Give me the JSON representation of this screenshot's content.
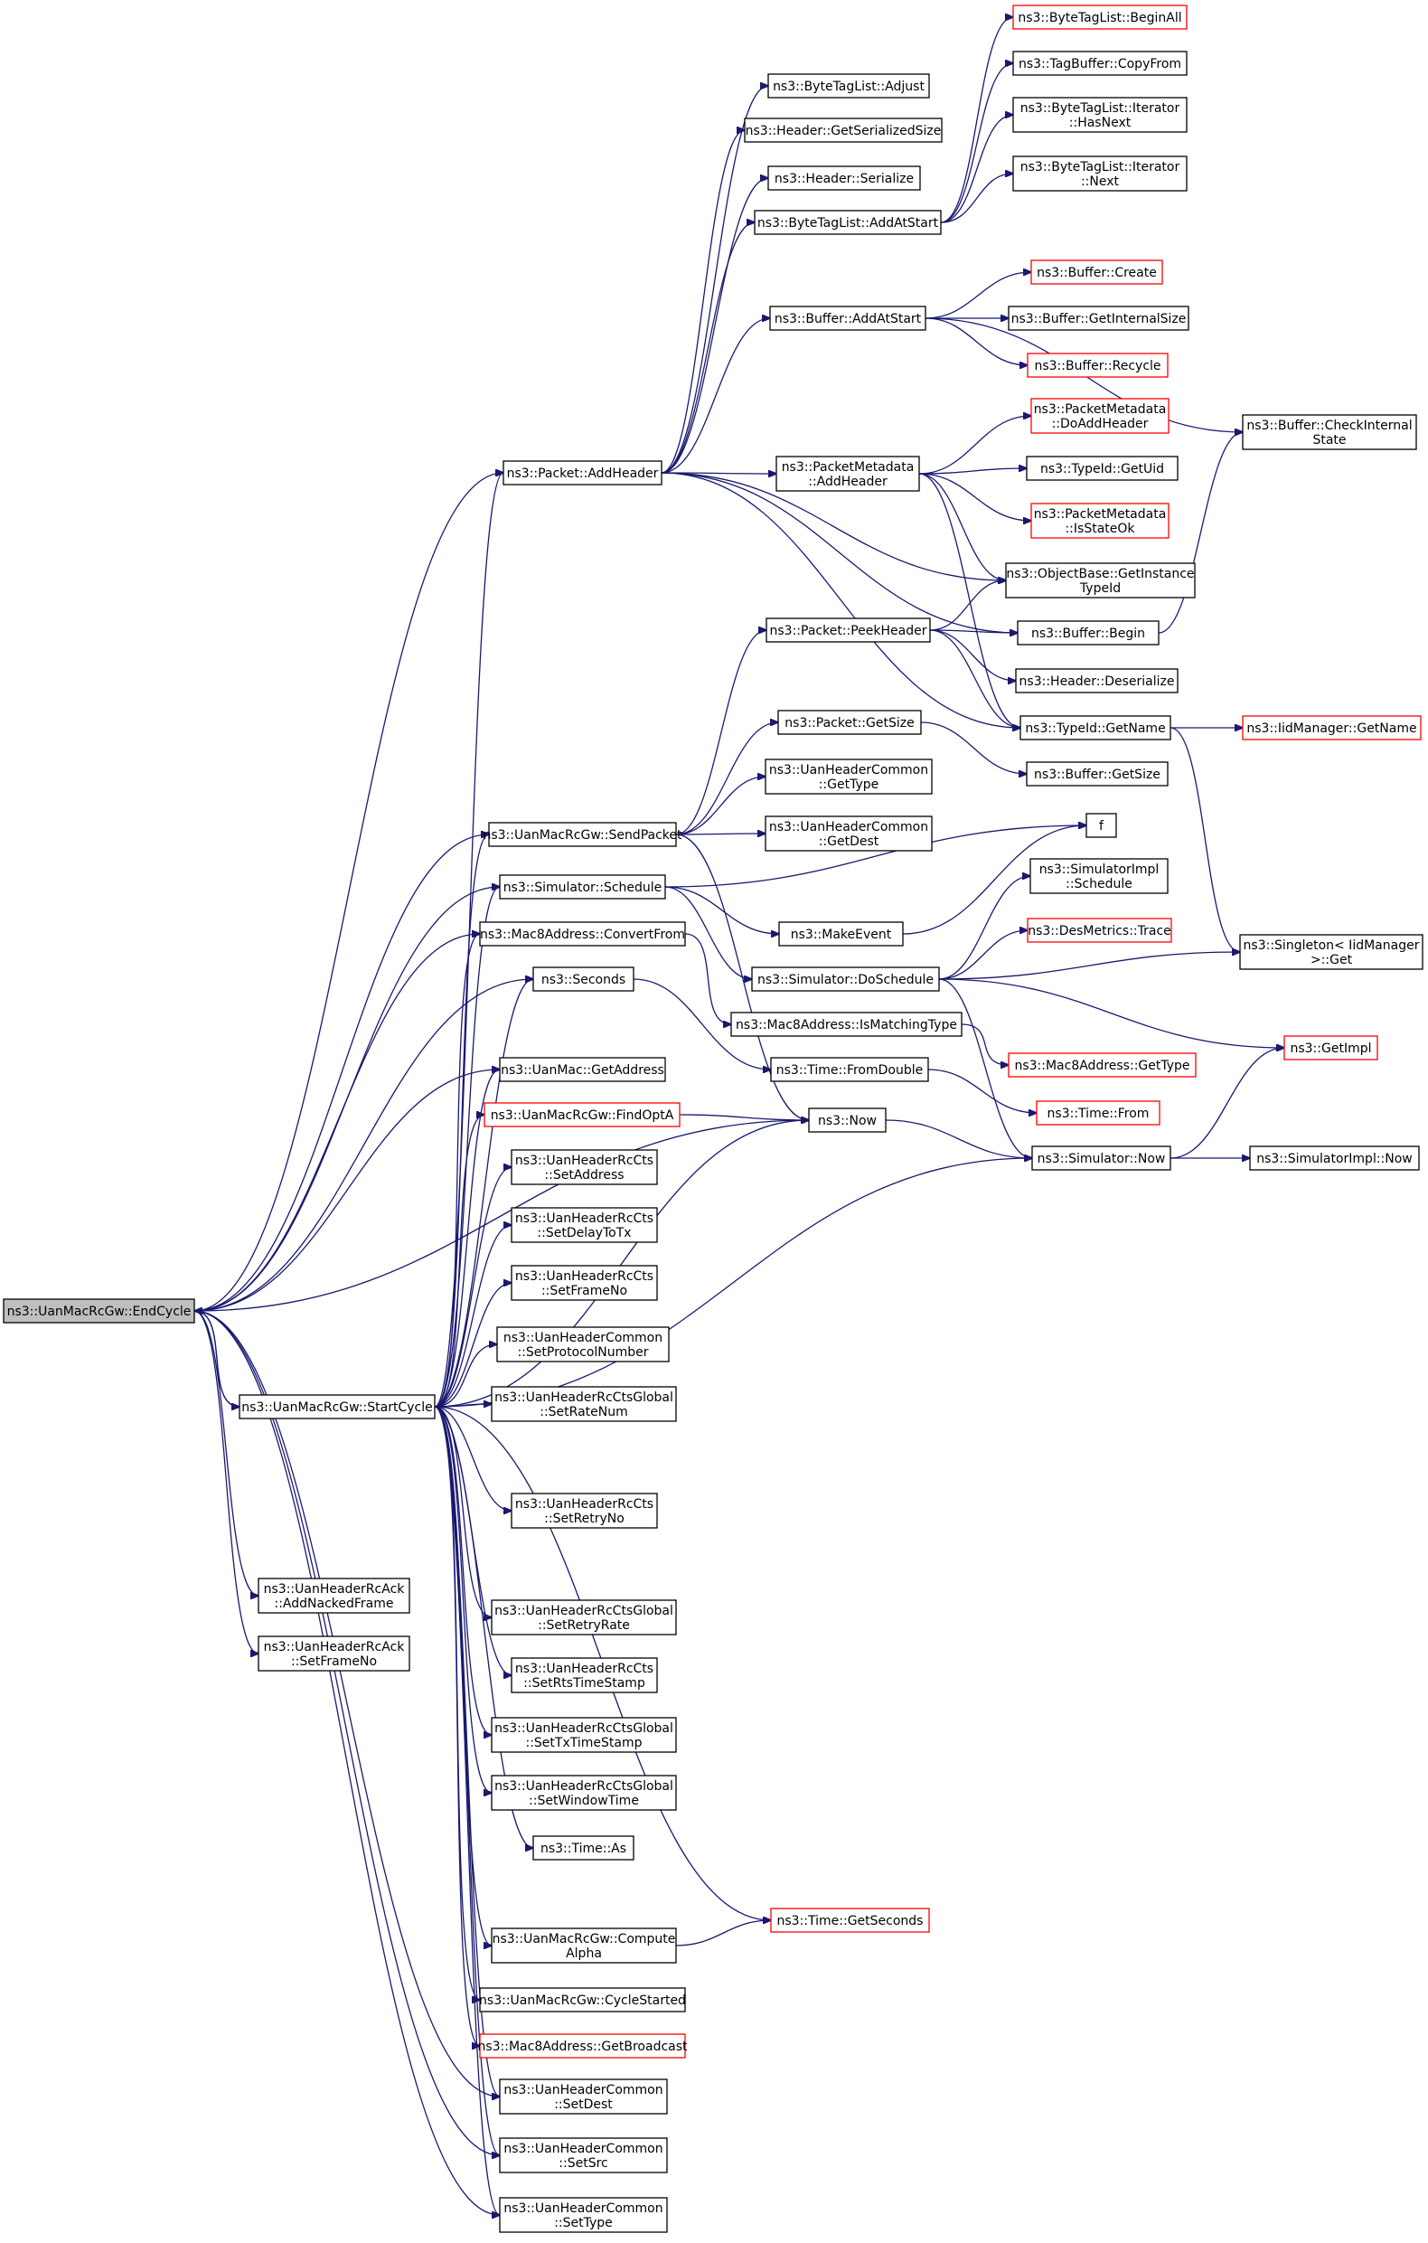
{
  "diagram": {
    "nodes": [
      {
        "id": "EndCycle",
        "lines": [
          "ns3::UanMacRcGw::EndCycle"
        ],
        "style": "grey"
      },
      {
        "id": "StartCycle",
        "lines": [
          "ns3::UanMacRcGw::StartCycle"
        ],
        "style": "normal"
      },
      {
        "id": "AddNackedFrame",
        "lines": [
          "ns3::UanHeaderRcAck",
          "::AddNackedFrame"
        ],
        "style": "normal"
      },
      {
        "id": "AckSetFrameNo",
        "lines": [
          "ns3::UanHeaderRcAck",
          "::SetFrameNo"
        ],
        "style": "normal"
      },
      {
        "id": "PacketAddHeader",
        "lines": [
          "ns3::Packet::AddHeader"
        ],
        "style": "normal"
      },
      {
        "id": "SendPacket",
        "lines": [
          "ns3::UanMacRcGw::SendPacket"
        ],
        "style": "normal"
      },
      {
        "id": "SimSchedule",
        "lines": [
          "ns3::Simulator::Schedule"
        ],
        "style": "normal"
      },
      {
        "id": "ConvertFrom",
        "lines": [
          "ns3::Mac8Address::ConvertFrom"
        ],
        "style": "normal"
      },
      {
        "id": "Seconds",
        "lines": [
          "ns3::Seconds"
        ],
        "style": "normal"
      },
      {
        "id": "GetAddress",
        "lines": [
          "ns3::UanMac::GetAddress"
        ],
        "style": "normal"
      },
      {
        "id": "FindOptA",
        "lines": [
          "ns3::UanMacRcGw::FindOptA"
        ],
        "style": "red"
      },
      {
        "id": "SetAddress",
        "lines": [
          "ns3::UanHeaderRcCts",
          "::SetAddress"
        ],
        "style": "normal"
      },
      {
        "id": "SetDelayToTx",
        "lines": [
          "ns3::UanHeaderRcCts",
          "::SetDelayToTx"
        ],
        "style": "normal"
      },
      {
        "id": "CtsSetFrameNo",
        "lines": [
          "ns3::UanHeaderRcCts",
          "::SetFrameNo"
        ],
        "style": "normal"
      },
      {
        "id": "SetProtocolNumber",
        "lines": [
          "ns3::UanHeaderCommon",
          "::SetProtocolNumber"
        ],
        "style": "normal"
      },
      {
        "id": "SetRateNum",
        "lines": [
          "ns3::UanHeaderRcCtsGlobal",
          "::SetRateNum"
        ],
        "style": "normal"
      },
      {
        "id": "SetRetryNo",
        "lines": [
          "ns3::UanHeaderRcCts",
          "::SetRetryNo"
        ],
        "style": "normal"
      },
      {
        "id": "SetRetryRate",
        "lines": [
          "ns3::UanHeaderRcCtsGlobal",
          "::SetRetryRate"
        ],
        "style": "normal"
      },
      {
        "id": "SetRtsTimeStamp",
        "lines": [
          "ns3::UanHeaderRcCts",
          "::SetRtsTimeStamp"
        ],
        "style": "normal"
      },
      {
        "id": "SetTxTimeStamp",
        "lines": [
          "ns3::UanHeaderRcCtsGlobal",
          "::SetTxTimeStamp"
        ],
        "style": "normal"
      },
      {
        "id": "SetWindowTime",
        "lines": [
          "ns3::UanHeaderRcCtsGlobal",
          "::SetWindowTime"
        ],
        "style": "normal"
      },
      {
        "id": "TimeAs",
        "lines": [
          "ns3::Time::As"
        ],
        "style": "normal"
      },
      {
        "id": "GetSeconds",
        "lines": [
          "ns3::Time::GetSeconds"
        ],
        "style": "red"
      },
      {
        "id": "ComputeAlpha",
        "lines": [
          "ns3::UanMacRcGw::Compute",
          "Alpha"
        ],
        "style": "normal"
      },
      {
        "id": "CycleStarted",
        "lines": [
          "ns3::UanMacRcGw::CycleStarted"
        ],
        "style": "normal"
      },
      {
        "id": "GetBroadcast",
        "lines": [
          "ns3::Mac8Address::GetBroadcast"
        ],
        "style": "red"
      },
      {
        "id": "SetDest",
        "lines": [
          "ns3::UanHeaderCommon",
          "::SetDest"
        ],
        "style": "normal"
      },
      {
        "id": "SetSrc",
        "lines": [
          "ns3::UanHeaderCommon",
          "::SetSrc"
        ],
        "style": "normal"
      },
      {
        "id": "SetType",
        "lines": [
          "ns3::UanHeaderCommon",
          "::SetType"
        ],
        "style": "normal"
      },
      {
        "id": "BTLAdjust",
        "lines": [
          "ns3::ByteTagList::Adjust"
        ],
        "style": "normal"
      },
      {
        "id": "HeaderGetSerializedSize",
        "lines": [
          "ns3::Header::GetSerializedSize"
        ],
        "style": "normal"
      },
      {
        "id": "HeaderSerialize",
        "lines": [
          "ns3::Header::Serialize"
        ],
        "style": "normal"
      },
      {
        "id": "BTLAddAtStart",
        "lines": [
          "ns3::ByteTagList::AddAtStart"
        ],
        "style": "normal"
      },
      {
        "id": "BufferAddAtStart",
        "lines": [
          "ns3::Buffer::AddAtStart"
        ],
        "style": "normal"
      },
      {
        "id": "PMAddHeader",
        "lines": [
          "ns3::PacketMetadata",
          "::AddHeader"
        ],
        "style": "normal"
      },
      {
        "id": "PeekHeader",
        "lines": [
          "ns3::Packet::PeekHeader"
        ],
        "style": "normal"
      },
      {
        "id": "PacketGetSize",
        "lines": [
          "ns3::Packet::GetSize"
        ],
        "style": "normal"
      },
      {
        "id": "HCGetType",
        "lines": [
          "ns3::UanHeaderCommon",
          "::GetType"
        ],
        "style": "normal"
      },
      {
        "id": "HCGetDest",
        "lines": [
          "ns3::UanHeaderCommon",
          "::GetDest"
        ],
        "style": "normal"
      },
      {
        "id": "MakeEvent",
        "lines": [
          "ns3::MakeEvent"
        ],
        "style": "normal"
      },
      {
        "id": "DoSchedule",
        "lines": [
          "ns3::Simulator::DoSchedule"
        ],
        "style": "normal"
      },
      {
        "id": "IsMatchingType",
        "lines": [
          "ns3::Mac8Address::IsMatchingType"
        ],
        "style": "normal"
      },
      {
        "id": "FromDouble",
        "lines": [
          "ns3::Time::FromDouble"
        ],
        "style": "normal"
      },
      {
        "id": "Now",
        "lines": [
          "ns3::Now"
        ],
        "style": "normal"
      },
      {
        "id": "BTLBeginAll",
        "lines": [
          "ns3::ByteTagList::BeginAll"
        ],
        "style": "red"
      },
      {
        "id": "TBCopyFrom",
        "lines": [
          "ns3::TagBuffer::CopyFrom"
        ],
        "style": "normal"
      },
      {
        "id": "ItHasNext",
        "lines": [
          "ns3::ByteTagList::Iterator",
          "::HasNext"
        ],
        "style": "normal"
      },
      {
        "id": "ItNext",
        "lines": [
          "ns3::ByteTagList::Iterator",
          "::Next"
        ],
        "style": "normal"
      },
      {
        "id": "BufCreate",
        "lines": [
          "ns3::Buffer::Create"
        ],
        "style": "red"
      },
      {
        "id": "BufGetInternalSize",
        "lines": [
          "ns3::Buffer::GetInternalSize"
        ],
        "style": "normal"
      },
      {
        "id": "BufRecycle",
        "lines": [
          "ns3::Buffer::Recycle"
        ],
        "style": "red"
      },
      {
        "id": "DoAddHeader",
        "lines": [
          "ns3::PacketMetadata",
          "::DoAddHeader"
        ],
        "style": "red"
      },
      {
        "id": "GetUid",
        "lines": [
          "ns3::TypeId::GetUid"
        ],
        "style": "normal"
      },
      {
        "id": "IsStateOk",
        "lines": [
          "ns3::PacketMetadata",
          "::IsStateOk"
        ],
        "style": "red"
      },
      {
        "id": "GetInstanceTypeId",
        "lines": [
          "ns3::ObjectBase::GetInstance",
          "TypeId"
        ],
        "style": "normal"
      },
      {
        "id": "BufBegin",
        "lines": [
          "ns3::Buffer::Begin"
        ],
        "style": "normal"
      },
      {
        "id": "HeaderDeserialize",
        "lines": [
          "ns3::Header::Deserialize"
        ],
        "style": "normal"
      },
      {
        "id": "TypeIdGetName",
        "lines": [
          "ns3::TypeId::GetName"
        ],
        "style": "normal"
      },
      {
        "id": "BufGetSize",
        "lines": [
          "ns3::Buffer::GetSize"
        ],
        "style": "normal"
      },
      {
        "id": "f",
        "lines": [
          "f"
        ],
        "style": "normal"
      },
      {
        "id": "SimImplSchedule",
        "lines": [
          "ns3::SimulatorImpl",
          "::Schedule"
        ],
        "style": "normal"
      },
      {
        "id": "DesMetricsTrace",
        "lines": [
          "ns3::DesMetrics::Trace"
        ],
        "style": "red"
      },
      {
        "id": "Mac8GetType",
        "lines": [
          "ns3::Mac8Address::GetType"
        ],
        "style": "red"
      },
      {
        "id": "TimeFrom",
        "lines": [
          "ns3::Time::From"
        ],
        "style": "red"
      },
      {
        "id": "SimNow",
        "lines": [
          "ns3::Simulator::Now"
        ],
        "style": "normal"
      },
      {
        "id": "CheckInternalState",
        "lines": [
          "ns3::Buffer::CheckInternal",
          "State"
        ],
        "style": "normal"
      },
      {
        "id": "IidGetName",
        "lines": [
          "ns3::IidManager::GetName"
        ],
        "style": "red"
      },
      {
        "id": "SingletonGet",
        "lines": [
          "ns3::Singleton< IidManager",
          ">::Get"
        ],
        "style": "normal"
      },
      {
        "id": "GetImpl",
        "lines": [
          "ns3::GetImpl"
        ],
        "style": "red"
      },
      {
        "id": "SimImplNow",
        "lines": [
          "ns3::SimulatorImpl::Now"
        ],
        "style": "normal"
      }
    ],
    "edges": [
      [
        "EndCycle",
        "PacketAddHeader"
      ],
      [
        "EndCycle",
        "SendPacket"
      ],
      [
        "EndCycle",
        "SimSchedule"
      ],
      [
        "EndCycle",
        "ConvertFrom"
      ],
      [
        "EndCycle",
        "Seconds"
      ],
      [
        "EndCycle",
        "Now"
      ],
      [
        "EndCycle",
        "GetAddress"
      ],
      [
        "EndCycle",
        "StartCycle"
      ],
      [
        "EndCycle",
        "AddNackedFrame"
      ],
      [
        "EndCycle",
        "AckSetFrameNo"
      ],
      [
        "EndCycle",
        "SetDest"
      ],
      [
        "EndCycle",
        "SetSrc"
      ],
      [
        "EndCycle",
        "SetType"
      ],
      [
        "StartCycle",
        "EndCycle"
      ],
      [
        "StartCycle",
        "PacketAddHeader"
      ],
      [
        "StartCycle",
        "SendPacket"
      ],
      [
        "StartCycle",
        "SimSchedule"
      ],
      [
        "StartCycle",
        "ConvertFrom"
      ],
      [
        "StartCycle",
        "Seconds"
      ],
      [
        "StartCycle",
        "GetAddress"
      ],
      [
        "StartCycle",
        "FindOptA"
      ],
      [
        "StartCycle",
        "SetAddress"
      ],
      [
        "StartCycle",
        "SetDelayToTx"
      ],
      [
        "StartCycle",
        "CtsSetFrameNo"
      ],
      [
        "StartCycle",
        "SetProtocolNumber"
      ],
      [
        "StartCycle",
        "SetRateNum"
      ],
      [
        "StartCycle",
        "Now"
      ],
      [
        "StartCycle",
        "SetRetryNo"
      ],
      [
        "StartCycle",
        "SimNow"
      ],
      [
        "StartCycle",
        "SetRetryRate"
      ],
      [
        "StartCycle",
        "SetRtsTimeStamp"
      ],
      [
        "StartCycle",
        "SetTxTimeStamp"
      ],
      [
        "StartCycle",
        "SetWindowTime"
      ],
      [
        "StartCycle",
        "TimeAs"
      ],
      [
        "StartCycle",
        "GetSeconds"
      ],
      [
        "StartCycle",
        "ComputeAlpha"
      ],
      [
        "StartCycle",
        "CycleStarted"
      ],
      [
        "StartCycle",
        "GetBroadcast"
      ],
      [
        "StartCycle",
        "SetDest"
      ],
      [
        "StartCycle",
        "SetSrc"
      ],
      [
        "StartCycle",
        "SetType"
      ],
      [
        "PacketAddHeader",
        "BTLAdjust"
      ],
      [
        "PacketAddHeader",
        "HeaderGetSerializedSize"
      ],
      [
        "PacketAddHeader",
        "HeaderSerialize"
      ],
      [
        "PacketAddHeader",
        "BTLAddAtStart"
      ],
      [
        "PacketAddHeader",
        "BufferAddAtStart"
      ],
      [
        "PacketAddHeader",
        "PMAddHeader"
      ],
      [
        "PacketAddHeader",
        "GetInstanceTypeId"
      ],
      [
        "PacketAddHeader",
        "BufBegin"
      ],
      [
        "PacketAddHeader",
        "TypeIdGetName"
      ],
      [
        "BTLAddAtStart",
        "BTLBeginAll"
      ],
      [
        "BTLAddAtStart",
        "TBCopyFrom"
      ],
      [
        "BTLAddAtStart",
        "ItHasNext"
      ],
      [
        "BTLAddAtStart",
        "ItNext"
      ],
      [
        "BufferAddAtStart",
        "BufCreate"
      ],
      [
        "BufferAddAtStart",
        "BufGetInternalSize"
      ],
      [
        "BufferAddAtStart",
        "BufRecycle"
      ],
      [
        "BufferAddAtStart",
        "CheckInternalState"
      ],
      [
        "PMAddHeader",
        "DoAddHeader"
      ],
      [
        "PMAddHeader",
        "GetUid"
      ],
      [
        "PMAddHeader",
        "IsStateOk"
      ],
      [
        "PMAddHeader",
        "GetInstanceTypeId"
      ],
      [
        "PMAddHeader",
        "TypeIdGetName"
      ],
      [
        "SendPacket",
        "PeekHeader"
      ],
      [
        "SendPacket",
        "PacketGetSize"
      ],
      [
        "SendPacket",
        "HCGetType"
      ],
      [
        "SendPacket",
        "HCGetDest"
      ],
      [
        "SendPacket",
        "Now"
      ],
      [
        "PeekHeader",
        "GetInstanceTypeId"
      ],
      [
        "PeekHeader",
        "BufBegin"
      ],
      [
        "PeekHeader",
        "HeaderDeserialize"
      ],
      [
        "PeekHeader",
        "TypeIdGetName"
      ],
      [
        "PacketGetSize",
        "BufGetSize"
      ],
      [
        "SimSchedule",
        "f"
      ],
      [
        "SimSchedule",
        "MakeEvent"
      ],
      [
        "SimSchedule",
        "DoSchedule"
      ],
      [
        "MakeEvent",
        "f"
      ],
      [
        "DoSchedule",
        "SimImplSchedule"
      ],
      [
        "DoSchedule",
        "DesMetricsTrace"
      ],
      [
        "DoSchedule",
        "SingletonGet"
      ],
      [
        "DoSchedule",
        "GetImpl"
      ],
      [
        "DoSchedule",
        "SimNow"
      ],
      [
        "ConvertFrom",
        "IsMatchingType"
      ],
      [
        "IsMatchingType",
        "Mac8GetType"
      ],
      [
        "Seconds",
        "FromDouble"
      ],
      [
        "FromDouble",
        "TimeFrom"
      ],
      [
        "FindOptA",
        "Now"
      ],
      [
        "Now",
        "SimNow"
      ],
      [
        "SimNow",
        "GetImpl"
      ],
      [
        "SimNow",
        "SimImplNow"
      ],
      [
        "BufBegin",
        "CheckInternalState"
      ],
      [
        "TypeIdGetName",
        "IidGetName"
      ],
      [
        "TypeIdGetName",
        "SingletonGet"
      ],
      [
        "ComputeAlpha",
        "GetSeconds"
      ]
    ]
  }
}
